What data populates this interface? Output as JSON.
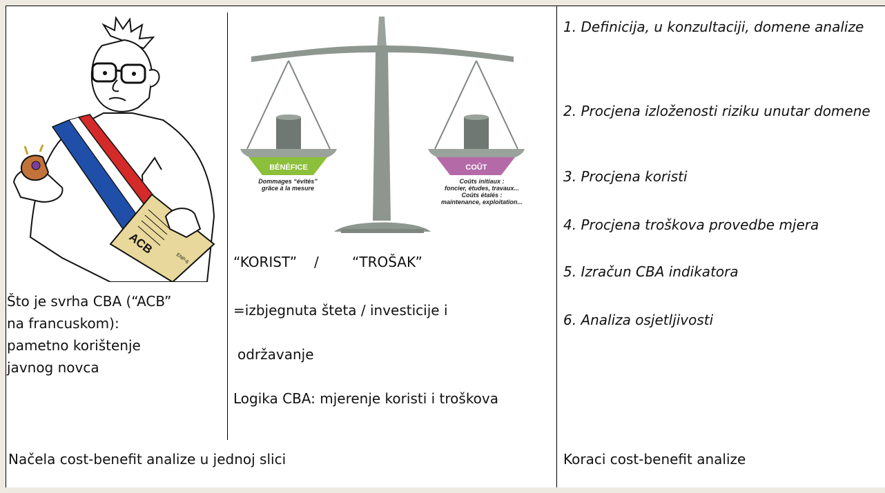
{
  "left_cell": {
    "caption_lines": [
      "Što je svrha CBA (“ACB”",
      "na francuskom):",
      "pametno korištenje",
      "javnog novca"
    ],
    "document_label": "ACB",
    "document_sub": "ENP-6"
  },
  "middle_cell": {
    "scale": {
      "left_badge": "BÉNÉFICE",
      "right_badge": "COÛT",
      "left_caption_lines": [
        "Dommages “évités”",
        "grâce à la mesure"
      ],
      "right_caption_lines": [
        "Coûts initiaux :",
        "foncier, études, travaux...",
        "Coûts étalés :",
        "maintenance, exploitation..."
      ],
      "left_color": "#8cbf3a",
      "right_color": "#b56aa8"
    },
    "korist": "“KORIST”",
    "slash": "/",
    "trosak": "“TROŠAK”",
    "line1": "=izbjegnuta šteta / investicije i",
    "line2": "održavanje",
    "line3": "Logika CBA: mjerenje koristi i troškova"
  },
  "steps": [
    "1. Definicija, u konzultaciji, domene analize",
    "2. Procjena izloženosti riziku unutar domene",
    "3. Procjena koristi",
    "4. Procjena troškova provedbe mjera",
    "5. Izračun CBA indikatora",
    "6. Analiza osjetljivosti"
  ],
  "footer": {
    "left_caption": "Načela cost-benefit analize u jednoj slici",
    "right_caption": "Koraci cost-benefit analize"
  }
}
